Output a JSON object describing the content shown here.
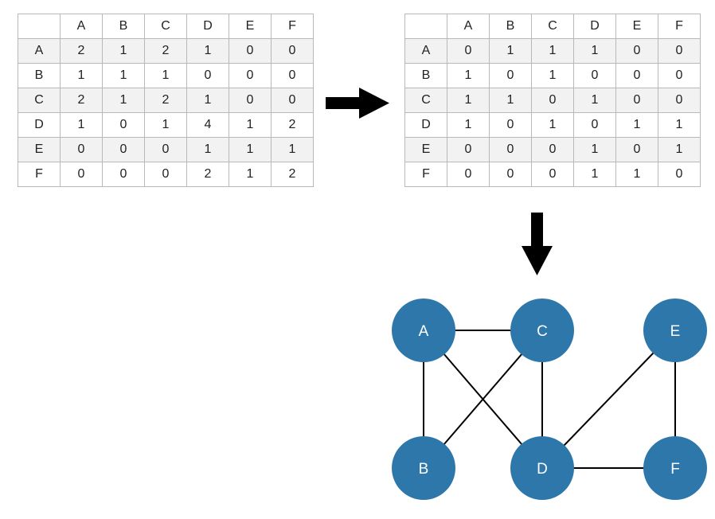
{
  "matrix_left": {
    "header": [
      "",
      "A",
      "B",
      "C",
      "D",
      "E",
      "F"
    ],
    "rows": [
      [
        "A",
        "2",
        "1",
        "2",
        "1",
        "0",
        "0"
      ],
      [
        "B",
        "1",
        "1",
        "1",
        "0",
        "0",
        "0"
      ],
      [
        "C",
        "2",
        "1",
        "2",
        "1",
        "0",
        "0"
      ],
      [
        "D",
        "1",
        "0",
        "1",
        "4",
        "1",
        "2"
      ],
      [
        "E",
        "0",
        "0",
        "0",
        "1",
        "1",
        "1"
      ],
      [
        "F",
        "0",
        "0",
        "0",
        "2",
        "1",
        "2"
      ]
    ]
  },
  "matrix_right": {
    "header": [
      "",
      "A",
      "B",
      "C",
      "D",
      "E",
      "F"
    ],
    "rows": [
      [
        "A",
        "0",
        "1",
        "1",
        "1",
        "0",
        "0"
      ],
      [
        "B",
        "1",
        "0",
        "1",
        "0",
        "0",
        "0"
      ],
      [
        "C",
        "1",
        "1",
        "0",
        "1",
        "0",
        "0"
      ],
      [
        "D",
        "1",
        "0",
        "1",
        "0",
        "1",
        "1"
      ],
      [
        "E",
        "0",
        "0",
        "0",
        "1",
        "0",
        "1"
      ],
      [
        "F",
        "0",
        "0",
        "0",
        "1",
        "1",
        "0"
      ]
    ]
  },
  "graph": {
    "node_color": "#2e77aa",
    "edge_color": "#000000",
    "arrow_color": "#000000",
    "nodes": [
      "A",
      "B",
      "C",
      "D",
      "E",
      "F"
    ],
    "edges": [
      [
        "A",
        "B"
      ],
      [
        "A",
        "C"
      ],
      [
        "A",
        "D"
      ],
      [
        "B",
        "C"
      ],
      [
        "C",
        "D"
      ],
      [
        "D",
        "E"
      ],
      [
        "D",
        "F"
      ],
      [
        "E",
        "F"
      ]
    ]
  }
}
